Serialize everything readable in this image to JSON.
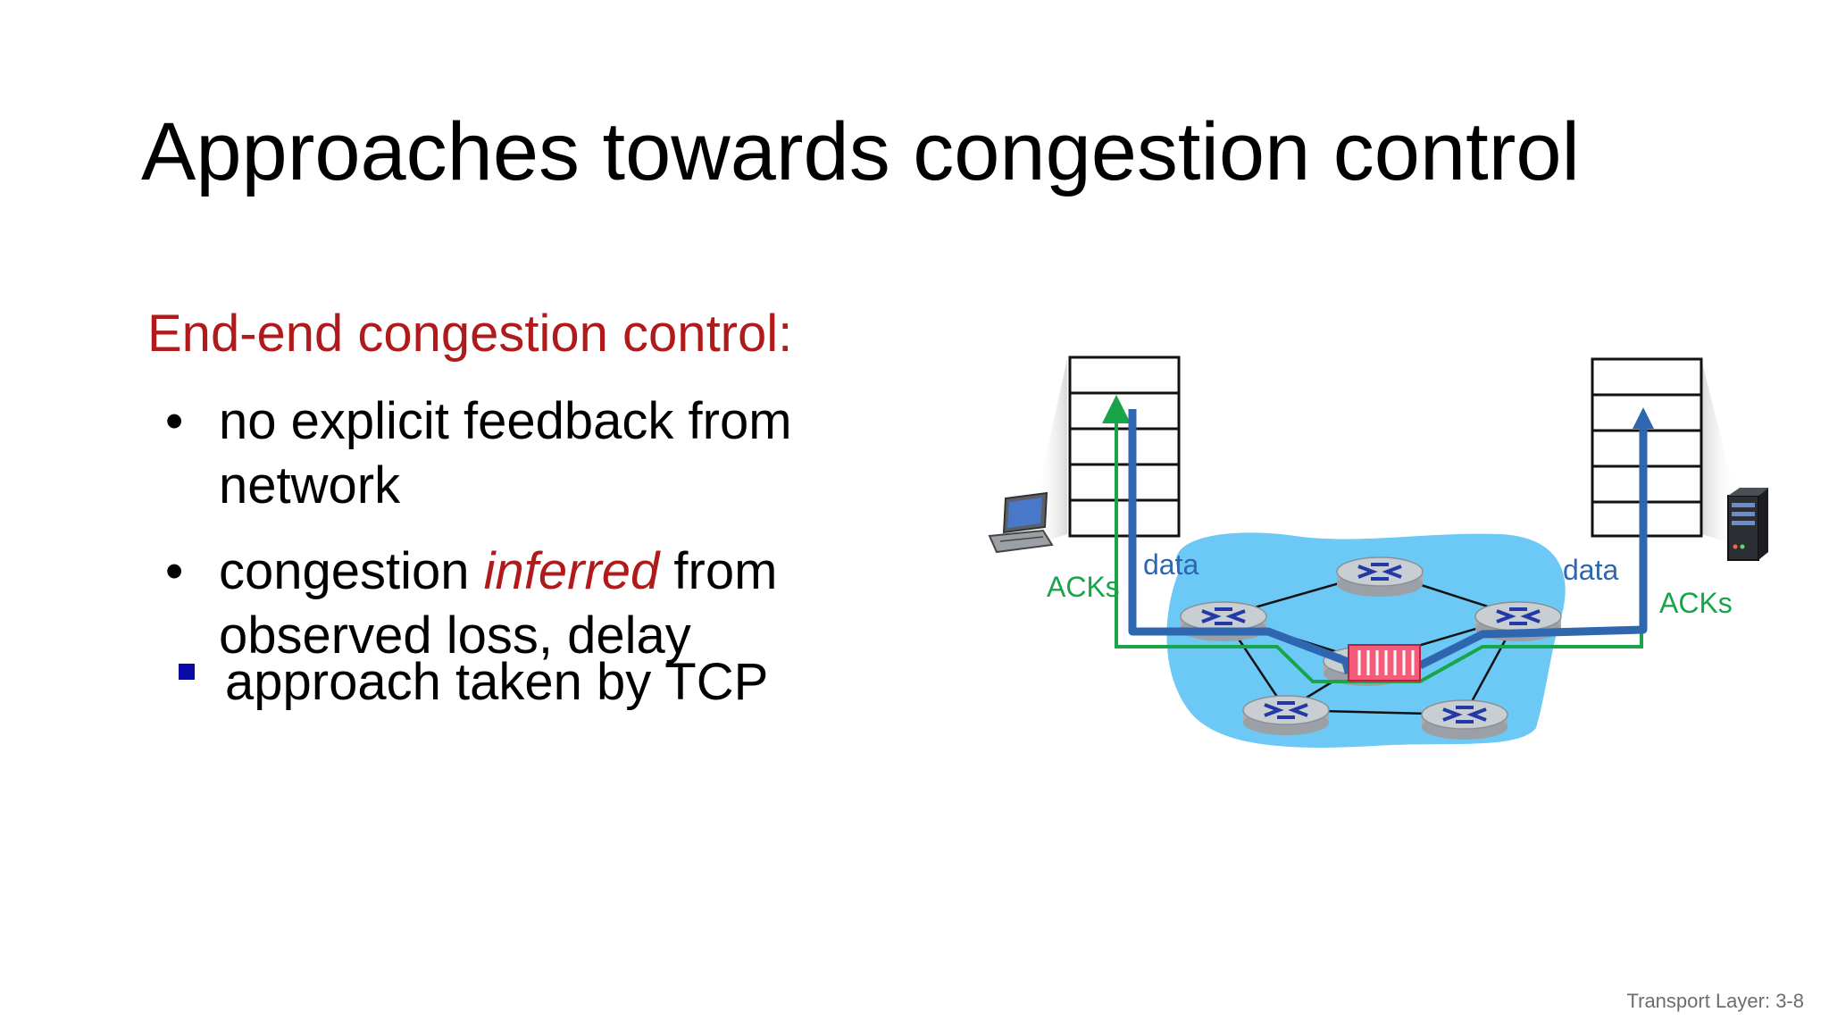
{
  "slide": {
    "title": "Approaches towards congestion control",
    "subheading": "End-end congestion control:",
    "bullets": {
      "b1": "no explicit feedback from network",
      "b2_pre": "congestion ",
      "b2_em": "inferred",
      "b2_post": " from observed loss, delay"
    },
    "sub_bullet": "approach taken by TCP",
    "footer": "Transport Layer: 3-8"
  },
  "diagram": {
    "labels": {
      "data_left": "data",
      "acks_left": "ACKs",
      "data_right": "data",
      "acks_right": "ACKs"
    },
    "colors": {
      "data_path": "#2f66b0",
      "ack_path": "#18a54a",
      "network_cloud": "#6cc8f5",
      "router": "#bfc4c8",
      "queue": "#f45c7a"
    },
    "icons": [
      "laptop-icon",
      "server-icon",
      "router-icon",
      "queue-icon"
    ]
  }
}
